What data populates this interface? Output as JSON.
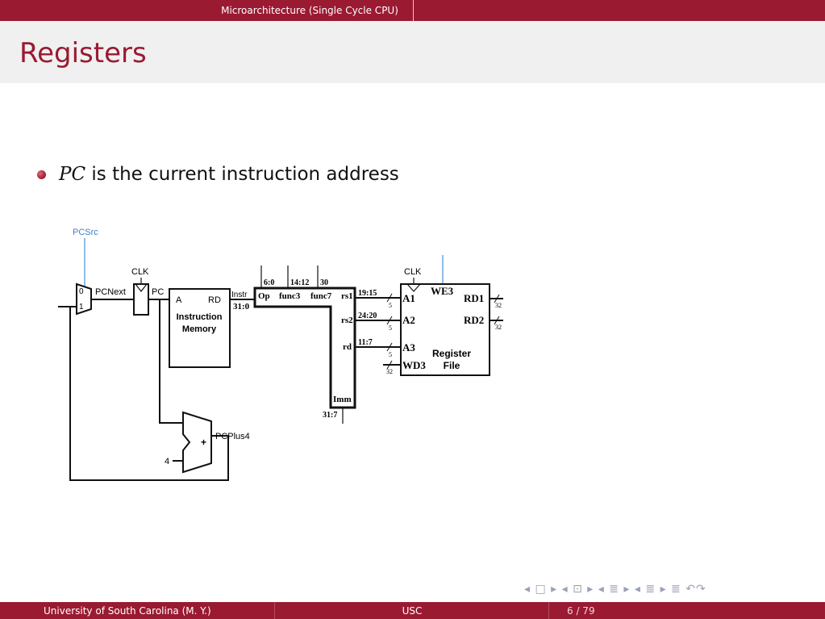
{
  "header": {
    "section_tab": "Microarchitecture (Single Cycle CPU)"
  },
  "slide": {
    "title": "Registers",
    "bullet": {
      "math": "PC",
      "text": " is the current instruction address"
    }
  },
  "diagram": {
    "pcsrc": "PCSrc",
    "clk1": "CLK",
    "clk2": "CLK",
    "mux_0": "0",
    "mux_1": "1",
    "pcnext": "PCNext",
    "pc": "PC",
    "imem_a": "A",
    "imem_rd": "RD",
    "imem_name1": "Instruction",
    "imem_name2": "Memory",
    "instr": "Instr",
    "instr_bits": "31:0",
    "f_6_0": "6:0",
    "f_14_12": "14:12",
    "f_30": "30",
    "op": "Op",
    "func3": "func3",
    "func7": "func7",
    "rs1": "rs1",
    "rs2": "rs2",
    "rd": "rd",
    "b_19_15": "19:15",
    "b_24_20": "24:20",
    "b_11_7": "11:7",
    "imm": "Imm",
    "imm_bits": "31:7",
    "w5a": "5",
    "w5b": "5",
    "w5c": "5",
    "w32a": "32",
    "w32b": "32",
    "w32c": "32",
    "a1": "A1",
    "a2": "A2",
    "a3": "A3",
    "wd3": "WD3",
    "we3": "WE3",
    "rd1": "RD1",
    "rd2": "RD2",
    "rf_name1": "Register",
    "rf_name2": "File",
    "plus": "+",
    "pcplus4": "PCPlus4",
    "four": "4"
  },
  "navigation": {
    "icons": "◂ □ ▸ ◂ ⊡ ▸ ◂ ≣ ▸ ◂ ≣ ▸ ≣ ↶↷"
  },
  "footer": {
    "left": "University of South Carolina (M. Y.)",
    "center": "USC",
    "page": "6 / 79"
  },
  "colors": {
    "brand": "#9a1a32",
    "title_band": "#f0f0f0",
    "pcsrc_wire": "#4a90d9"
  }
}
